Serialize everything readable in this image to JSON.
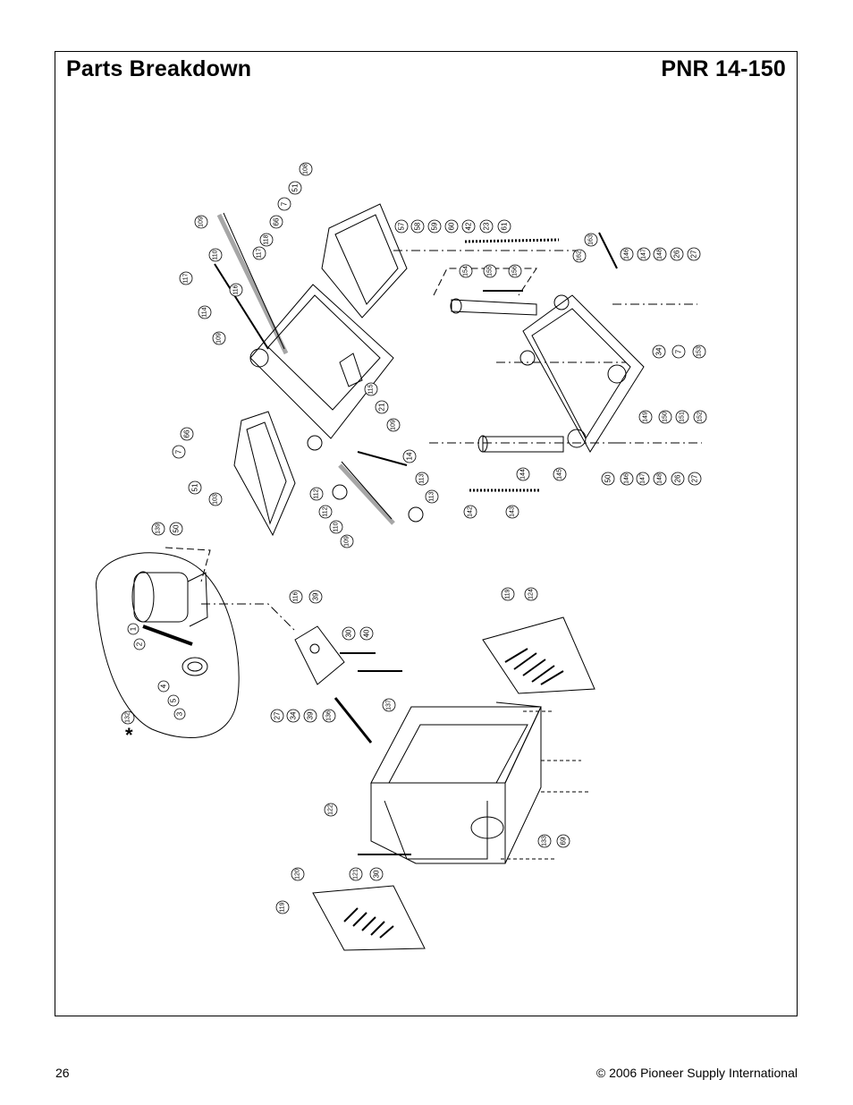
{
  "header": {
    "title": "Parts Breakdown",
    "model": "PNR 14-150"
  },
  "footer": {
    "page_number": "26",
    "copyright": "© 2006 Pioneer Supply International"
  },
  "diagram": {
    "asterisk": "*",
    "callouts": [
      "108",
      "51",
      "7",
      "66",
      "109",
      "118",
      "117",
      "110",
      "116",
      "117",
      "114",
      "109",
      "115",
      "21",
      "109",
      "14",
      "113",
      "113",
      "112",
      "112",
      "110",
      "109",
      "66",
      "7",
      "51",
      "103",
      "57",
      "58",
      "59",
      "60",
      "42",
      "23",
      "61",
      "154",
      "155",
      "156",
      "163",
      "162",
      "146",
      "147",
      "148",
      "26",
      "27",
      "34",
      "7",
      "153",
      "149",
      "150",
      "151",
      "152",
      "142",
      "143",
      "144",
      "145",
      "50",
      "146",
      "147",
      "148",
      "26",
      "27",
      "139",
      "50",
      "1",
      "2",
      "4",
      "5",
      "3",
      "132",
      "116",
      "39",
      "30",
      "40",
      "27",
      "34",
      "39",
      "136",
      "137",
      "119",
      "124",
      "122",
      "133",
      "69",
      "121",
      "30",
      "120",
      "119"
    ]
  }
}
